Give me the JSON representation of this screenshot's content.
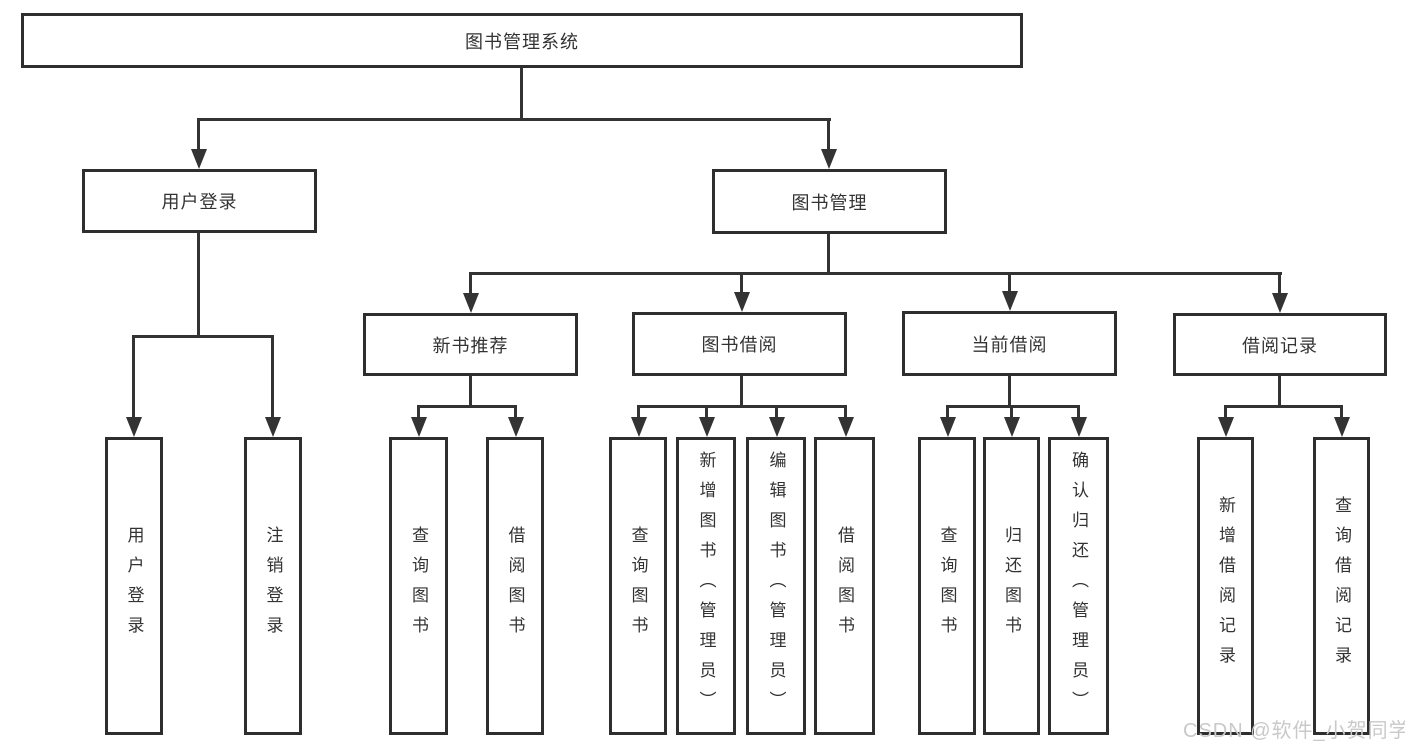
{
  "diagram_title": "图书管理系统",
  "watermark": "CSDN @软件_小贺同学",
  "colors": {
    "line": "#333333",
    "box_border": "#2e2e2e",
    "text": "#333333",
    "watermark": "#c9c9c9",
    "background": "#ffffff"
  },
  "nodes": {
    "root": "图书管理系统",
    "user_login": "用户登录",
    "book_mgmt": "图书管理",
    "new_book_rec": "新书推荐",
    "book_borrow": "图书借阅",
    "current_borrow": "当前借阅",
    "borrow_records": "借阅记录",
    "leaves": {
      "login": "用户登录",
      "logout": "注销登录",
      "rec_query_book": "查询图书",
      "rec_borrow_book": "借阅图书",
      "bb_query_book": "查询图书",
      "bb_add_book": "新增图书（管理员）",
      "bb_edit_book": "编辑图书（管理员）",
      "bb_borrow_book": "借阅图书",
      "cb_query_book": "查询图书",
      "cb_return_book": "归还图书",
      "cb_confirm_return": "确认归还（管理员）",
      "br_add_record": "新增借阅记录",
      "br_query_record": "查询借阅记录"
    }
  }
}
